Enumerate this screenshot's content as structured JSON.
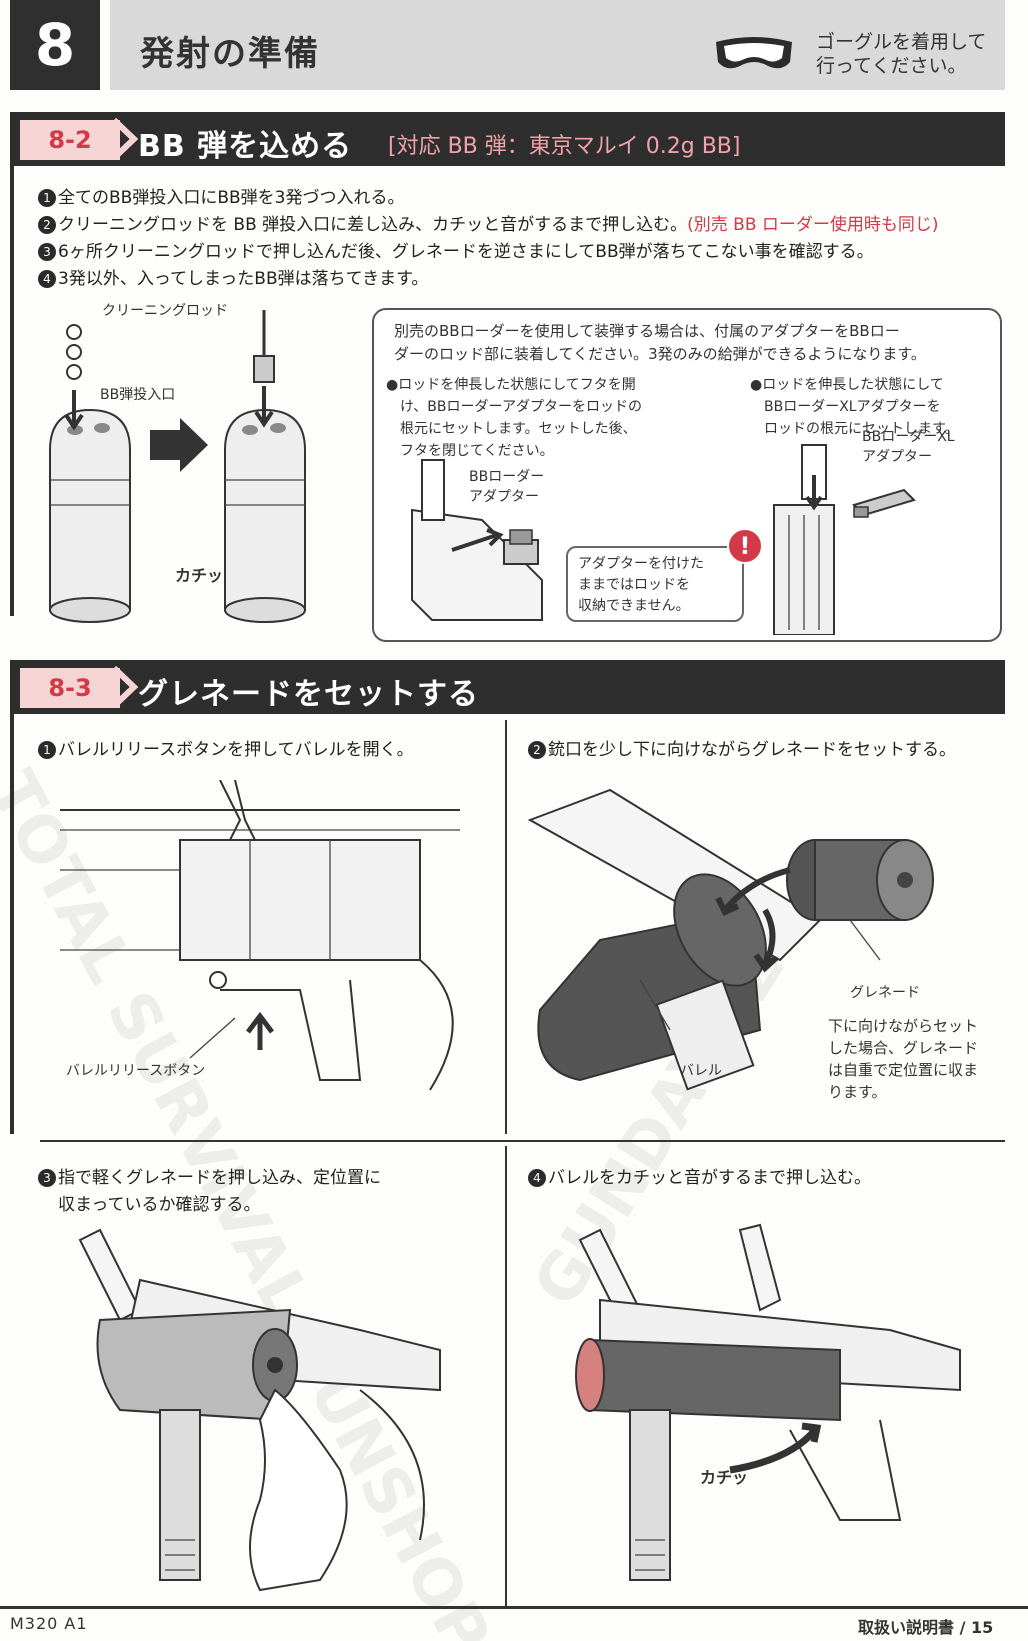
{
  "header": {
    "chapter_number": "8",
    "chapter_title": "発射の準備",
    "goggle_note_1": "ゴーグルを着用して",
    "goggle_note_2": "行ってください。"
  },
  "section_82": {
    "number": "8-2",
    "title": "BB 弾を込める",
    "subtitle": "[対応 BB 弾：東京マルイ 0.2g BB]",
    "steps": [
      {
        "badge": "1",
        "text": "全てのBB弾投入口にBB弾を3発づつ入れる。",
        "note": ""
      },
      {
        "badge": "2",
        "text": "クリーニングロッドを BB 弾投入口に差し込み、カチッと音がするまで押し込む。",
        "note": "(別売 BB ローダー使用時も同じ)"
      },
      {
        "badge": "3",
        "text": "6ヶ所クリーニングロッドで押し込んだ後、グレネードを逆さまにしてBB弾が落ちてこない事を確認する。",
        "note": ""
      },
      {
        "badge": "4",
        "text": "3発以外、入ってしまったBB弾は落ちてきます。",
        "note": ""
      }
    ],
    "labels": {
      "rod": "クリーニングロッド",
      "inlet": "BB弾投入口",
      "click": "カチッ"
    },
    "info": {
      "line1": "別売のBBローダーを使用して装弾する場合は、付属のアダプターをBBロー",
      "line2": "ダーのロッド部に装着してください。3発のみの給弾ができるようになります。",
      "left_1": "●ロッドを伸長した状態にしてフタを開",
      "left_2": "　け、BBローダーアダプターをロッドの",
      "left_3": "　根元にセットします。セットした後、",
      "left_4": "　フタを閉じてください。",
      "right_1": "●ロッドを伸長した状態にして",
      "right_2": "　BBローダーXLアダプターを",
      "right_3": "　ロッドの根元にセットします。",
      "adapter_1": "BBローダー",
      "adapter_2": "アダプター",
      "xl_1": "BBローダーXL",
      "xl_2": "アダプター",
      "warn_1": "アダプターを付けた",
      "warn_2": "ままではロッドを",
      "warn_3": "収納できません。",
      "warn_icon": "!"
    }
  },
  "section_83": {
    "number": "8-3",
    "title": "グレネードをセットする",
    "step1": {
      "badge": "1",
      "text": "バレルリリースボタンを押してバレルを開く。"
    },
    "step2": {
      "badge": "2",
      "text": "銃口を少し下に向けながらグレネードをセットする。"
    },
    "step3_a": {
      "badge": "3",
      "text": "指で軽くグレネードを押し込み、定位置に"
    },
    "step3_b": "収まっているか確認する。",
    "step4": {
      "badge": "4",
      "text": "バレルをカチッと音がするまで押し込む。"
    },
    "labels": {
      "release_button": "バレルリリースボタン",
      "grenade": "グレネード",
      "barrel": "バレル",
      "click": "カチッ"
    },
    "note_1": "下に向けながらセット",
    "note_2": "した場合、グレネード",
    "note_3": "は自重で定位置に収ま",
    "note_4": "ります。"
  },
  "footer": {
    "model": "M320 A1",
    "page": "取扱い説明書 / 15"
  },
  "watermarks": {
    "w1": "TOTAL SURVIVAL GUNSHOP",
    "w2": "GUNDAY.CZ"
  },
  "colors": {
    "accent_red": "#d13a46",
    "bar_dark": "#2e2e2e",
    "header_gray": "#d9d9d9",
    "tab_pink": "#f6d4d4"
  }
}
